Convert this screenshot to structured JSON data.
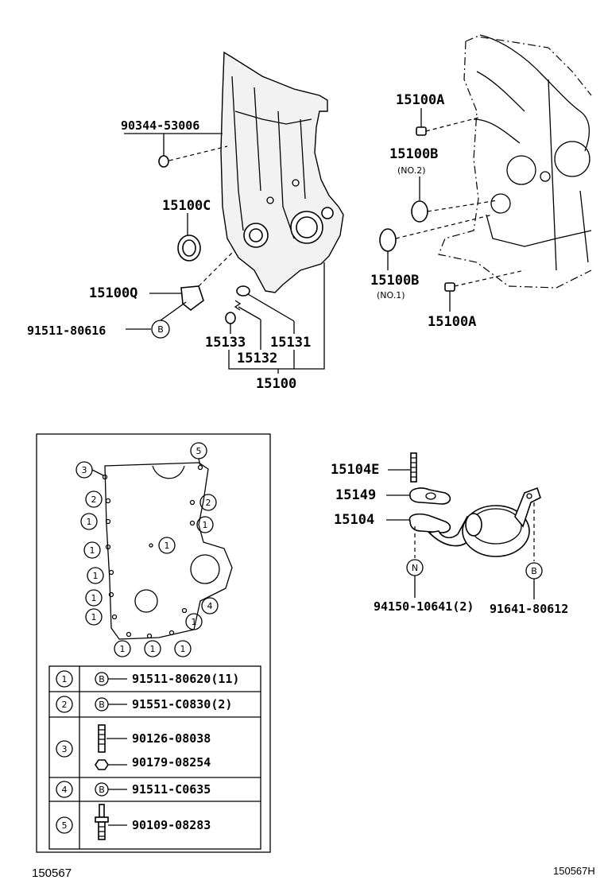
{
  "top_labels": {
    "bolt_90344": "90344-53006",
    "seal_15100C": "15100C",
    "part_15100Q": "15100Q",
    "bolt_91511_80616": "91511-80616",
    "p15133": "15133",
    "p15131": "15131",
    "p15132": "15132",
    "p15100": "15100",
    "p15100A_top": "15100A",
    "p15100B_top": "15100B",
    "no2": "(NO.2)",
    "p15100B_bot": "15100B",
    "no1": "(NO.1)",
    "p15100A_bot": "15100A"
  },
  "markers": {
    "bolt": "B",
    "nut": "N"
  },
  "inset": {
    "circle_numbers": [
      "1",
      "2",
      "3",
      "4",
      "5"
    ]
  },
  "bolt_table": {
    "row1": {
      "key": "1",
      "marker": "B",
      "part": "91511-80620(11)"
    },
    "row2": {
      "key": "2",
      "marker": "B",
      "part": "91551-C0830(2)"
    },
    "row3": {
      "key": "3",
      "part_a": "90126-08038",
      "part_b": "90179-08254"
    },
    "row4": {
      "key": "4",
      "marker": "B",
      "part": "91511-C0635"
    },
    "row5": {
      "key": "5",
      "part": "90109-08283"
    }
  },
  "pump_labels": {
    "p15104E": "15104E",
    "p15149": "15149",
    "p15104": "15104",
    "nut_94150": "94150-10641(2)",
    "bolt_91641": "91641-80612"
  },
  "footer": {
    "left_code": "150567",
    "right_code": "150567H"
  }
}
